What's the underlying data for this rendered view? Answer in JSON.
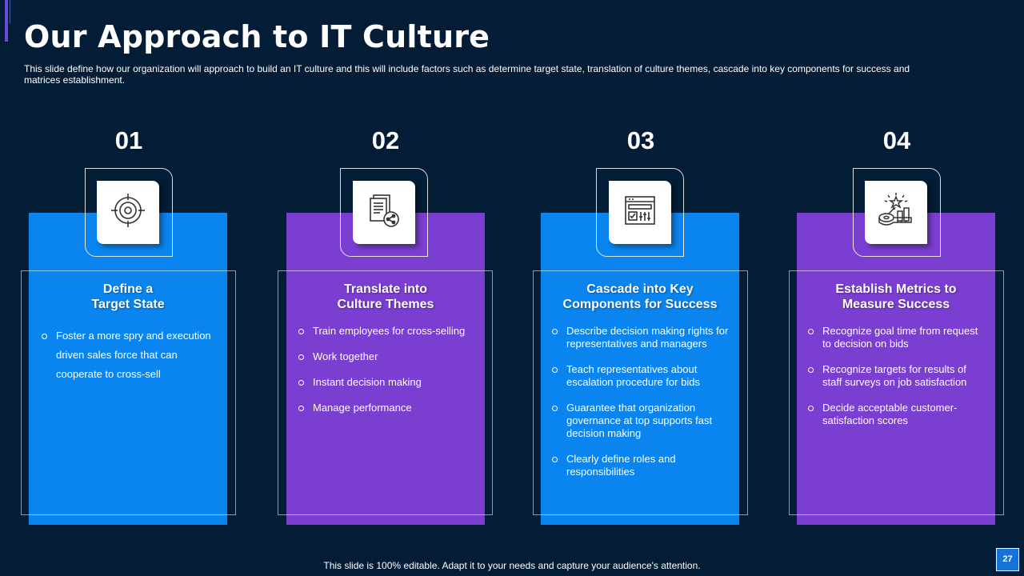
{
  "title": "Our Approach to IT Culture",
  "subtitle": "This slide define how our organization will approach to build an IT culture and this will include factors such as determine target state, translation of culture themes, cascade into key components for success and matrices establishment.",
  "colors": {
    "blue": "#0a84ee",
    "purple": "#7a3ed0",
    "background": "#041d36"
  },
  "steps": [
    {
      "number": "01",
      "icon": "target-icon",
      "heading_line1": "Define a",
      "heading_line2": "Target State",
      "bullets": [
        "Foster a more spry and execution driven  sales force that can cooperate to cross-sell"
      ]
    },
    {
      "number": "02",
      "icon": "document-share-icon",
      "heading_line1": "Translate into",
      "heading_line2": "Culture Themes",
      "bullets": [
        "Train employees for cross-selling",
        "Work together",
        "Instant decision making",
        "Manage performance"
      ]
    },
    {
      "number": "03",
      "icon": "dashboard-window-icon",
      "heading_line1": "Cascade into Key",
      "heading_line2": "Components for Success",
      "bullets": [
        "Describe decision making rights for representatives  and managers",
        "Teach representatives  about escalation procedure  for bids",
        "Guarantee that organization governance  at top supports fast decision making",
        "Clearly define roles and responsibilities"
      ]
    },
    {
      "number": "04",
      "icon": "metrics-tape-icon",
      "heading_line1": "Establish Metrics to",
      "heading_line2": "Measure Success",
      "bullets": [
        "Recognize goal time from request to decision on bids",
        "Recognize  targets for results of staff surveys on job satisfaction",
        "Decide acceptable customer-satisfaction scores"
      ]
    }
  ],
  "footer": "This slide is 100% editable. Adapt it to your needs and capture your audience's attention.",
  "page_number": "27"
}
